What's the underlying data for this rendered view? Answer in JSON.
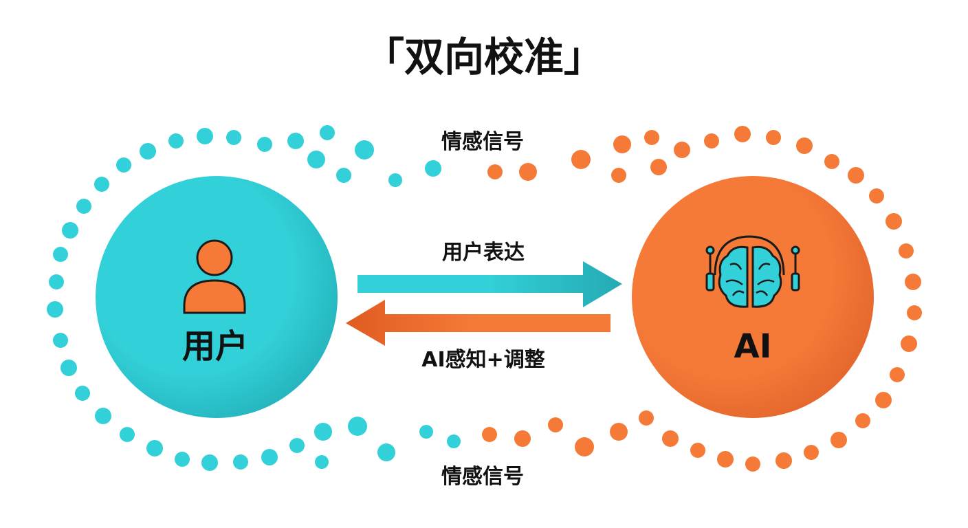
{
  "title": "「双向校准」",
  "labels": {
    "top_signal": "情感信号",
    "bottom_signal": "情感信号",
    "user_expression": "用户表达",
    "ai_adjust": "AI感知+调整"
  },
  "nodes": {
    "user": {
      "label": "用户",
      "icon": "person-icon"
    },
    "ai": {
      "label": "AI",
      "icon": "brain-headphones-icon"
    }
  },
  "colors": {
    "cyan": "#32d0d8",
    "orange": "#f57a38",
    "dark_cyan": "#1fa9b4",
    "dark_orange": "#e05c22",
    "text": "#111111"
  }
}
